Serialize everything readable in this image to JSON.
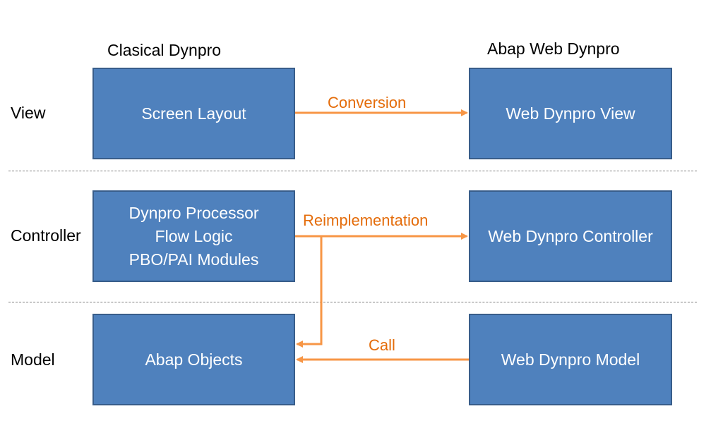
{
  "columns": {
    "left_header": "Clasical Dynpro",
    "right_header": "Abap Web Dynpro"
  },
  "rows": {
    "view": "View",
    "controller": "Controller",
    "model": "Model"
  },
  "boxes": {
    "screen_layout": [
      "Screen  Layout"
    ],
    "web_dynpro_view": [
      "Web Dynpro View"
    ],
    "dynpro_processor": [
      "Dynpro Processor",
      "Flow Logic",
      "PBO/PAI Modules"
    ],
    "web_dynpro_controller": [
      "Web Dynpro Controller"
    ],
    "abap_objects": [
      "Abap Objects"
    ],
    "web_dynpro_model": [
      "Web Dynpro Model"
    ]
  },
  "arrows": {
    "conversion": "Conversion",
    "reimplementation": "Reimplementation",
    "call": "Call"
  },
  "colors": {
    "box_fill": "#4f81bd",
    "box_border": "#385d8a",
    "arrow": "#f79646",
    "arrow_label": "#e46c0a",
    "divider": "#7f7f7f"
  }
}
